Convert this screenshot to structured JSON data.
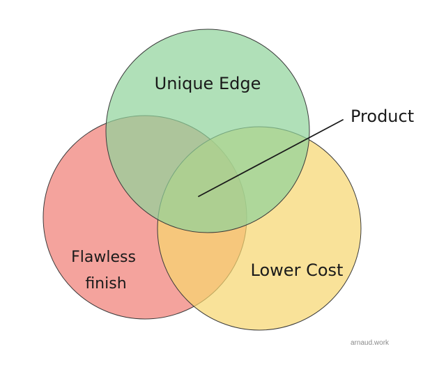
{
  "diagram": {
    "circles": [
      {
        "id": "unique-edge",
        "label_lines": [
          "Unique Edge"
        ],
        "fill": "#8fd39a"
      },
      {
        "id": "flawless-finish",
        "label_lines": [
          "Flawless",
          "finish"
        ],
        "fill": "#f07c73"
      },
      {
        "id": "lower-cost",
        "label_lines": [
          "Lower Cost"
        ],
        "fill": "#f7d56d"
      }
    ],
    "callout_label": "Product",
    "credit": "arnaud.work",
    "stroke_color": "#3a3a3a"
  }
}
